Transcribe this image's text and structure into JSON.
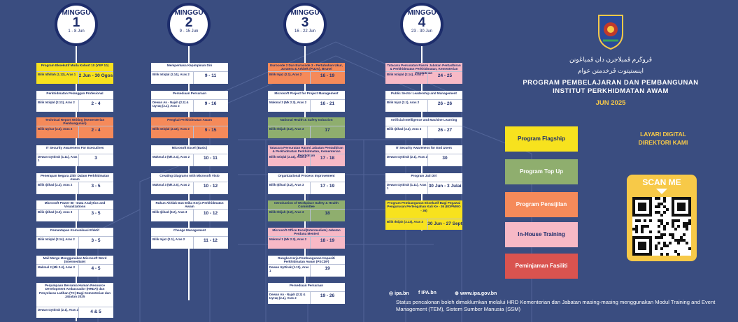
{
  "weeks": [
    {
      "label": "MINGGU",
      "num": "1",
      "dates": "1 - 8 Jun"
    },
    {
      "label": "MINGGU",
      "num": "2",
      "dates": "9 - 15 Jun"
    },
    {
      "label": "MINGGU",
      "num": "3",
      "dates": "16 - 22 Jun"
    },
    {
      "label": "MINGGU",
      "num": "4",
      "dates": "23 - 30 Jun"
    }
  ],
  "w1": [
    {
      "t": "Program Eksekutif Muda Kohort 10 (YEP 10)",
      "v": "Bilik Idhillah (1.12), Aras 1",
      "d": "2 Jun - 30 Ogos"
    },
    {
      "t": "Perkhidmatan Pelanggan Profesional",
      "v": "Bilik Istiqlal (2.13), Aras 2",
      "d": "2 - 4"
    },
    {
      "t": "Technical Report Writing (Kementerian Pembangunan)",
      "v": "Bilik Izyirar (2.2), Aras 2",
      "d": "2 - 4"
    },
    {
      "t": "IT Security Awareness For Executives",
      "v": "Dewan Izyttirak (1.11), Aras 1",
      "d": "3"
    },
    {
      "t": "Penerapan Negara Zikir Dalam Perkhidmatan Awam",
      "v": "Bilik Ijtihad (2.2), Aras 2",
      "d": "3 - 5"
    },
    {
      "t": "Microsoft Power BI - Data Analytics and Visualizations",
      "v": "Bilik Ijtihad (3.2), Aras 3",
      "d": "3 - 5"
    },
    {
      "t": "Pemantapan Komunikasi Efektif",
      "v": "Bilik Istiqlal (2.14), Aras 2",
      "d": "3 - 5"
    },
    {
      "t": "Mail Merge Menggunakan Microsoft Word (Intermediate)",
      "v": "Makmal 2 (Mk 2.4), Aras 2",
      "d": "4 - 5"
    },
    {
      "t": "Perjumpaan Bersama Human Resource Development Ambassador (HRDA) dan Penyelaras Latihan (TC) Bagi Kementerian dan Jabatan 2025",
      "v": "Dewan Izyttirak (2.1), Aras 2",
      "d": "4 & 5"
    }
  ],
  "w2": [
    {
      "t": "Memperkasa Kepimpinan Diri",
      "v": "Bilik Istiqlal (2.14), Aras 2",
      "d": "9 - 11"
    },
    {
      "t": "Persediaan Persaraan",
      "v": "Dewan An - Najah (2.2) & Izyraq (2.1), Aras 2",
      "d": "9 - 16"
    },
    {
      "t": "Pengkal Perkhidmatan Awam",
      "v": "Bilik Istiqlal (2.13), Aras 2",
      "d": "9 - 15"
    },
    {
      "t": "Microsoft Excel (Basic)",
      "v": "Makmal 2 (Mk 2.4), Aras 2",
      "d": "10 - 11"
    },
    {
      "t": "Creating Diagrams with Microsoft Visio",
      "v": "Makmal 3 (Mk 2.5), Aras 2",
      "d": "10 - 12"
    },
    {
      "t": "Rukun Akhlak Dan Etika Kerja Perkhidmatan Awam",
      "v": "Bilik Ijtihad (3.2), Aras 3",
      "d": "10 - 12"
    },
    {
      "t": "Change Management",
      "v": "Bilik Injaz (2.1), Aras 2",
      "d": "11 - 12"
    }
  ],
  "w3": [
    {
      "t": "Eurocode 2 Dan Eurocode 3 - Pertubuhan Ukur, Jurutera & Arkitek (PUJA), Brunei",
      "v": "Bilik Injaz (2.1), Aras 2",
      "d": "16 - 19"
    },
    {
      "t": "Microsoft Project for Project Management",
      "v": "Makmal 3 (Mk 2.3), Aras 2",
      "d": "16 - 21"
    },
    {
      "t": "National Health & Safety Induction",
      "v": "Bilik Ihtijah (3.2), Aras 3",
      "d": "17"
    },
    {
      "t": "Tatacara Persuratan Rasmi Jabatan Pentadbiran & Perkhidmatan Perkhidmatan, Kementerian Pendidikan",
      "v": "Bilik Istiqlal (2.14), Aras 2",
      "d": "17 - 18"
    },
    {
      "t": "Organizational Process Improvement",
      "v": "Bilik Ijtihad (3.2), Aras 3",
      "d": "17 - 19"
    },
    {
      "t": "Introduction of Workplace Safety & Health Committee",
      "v": "Bilik Ihtijah (3.2), Aras 3",
      "d": "18"
    },
    {
      "t": "Microsoft Office Excel(Intermediate) Jabatan Perdana Menteri",
      "v": "Makmal 1 (Mk 2.3), Aras 2",
      "d": "18 - 19"
    },
    {
      "t": "Rangka Kerja Pembangunan Kapasiti Perkhidmatan Awam (PSCDF)",
      "v": "Dewan Izyttirak (1.11), Aras 1",
      "d": "19"
    },
    {
      "t": "Persediaan Persaraan",
      "v": "Dewan An - Najah (2.2) & Izyraq (2.1), Aras 2",
      "d": "19 - 26"
    }
  ],
  "w4": [
    {
      "t": "Tatacara Persuratan Rasmi Jabatan Pentadbiran & Perkhidmatan Perkhidmatan, Kementerian Pendidikan",
      "v": "Bilik Istiqlal (2.14), Aras 2",
      "d": "24 - 25"
    },
    {
      "t": "Public Sector Leadership and Management",
      "v": "Bilik Injaz (2.1), Aras 2",
      "d": "26 - 26"
    },
    {
      "t": "Artificial Intelligence and Machine Learning",
      "v": "Bilik Ijtihad (3.2), Aras 3",
      "d": "26 - 27"
    },
    {
      "t": "IT Security Awareness for End Users",
      "v": "Dewan Izyttirak (2.1), Aras 2",
      "d": "30"
    },
    {
      "t": "Program Jati Diri",
      "v": "Dewan Izyttirak (1.11), Aras 1",
      "d": "30 Jun - 3 Julai"
    },
    {
      "t": "Program Pembangunan Eksekutif Bagi Pegawai Pengurusan Pertengahan Kali Ke - 36 (EDPMMO - 36)",
      "v": "Bilik Ihtijah (3.13), Aras 3",
      "d": "30 Jun - 27 Sept"
    }
  ],
  "header": {
    "jawi1": "ڤروڬرم ڤمبلاجرن دان ڤمباڠونن",
    "jawi2": "اينستيتوت ڤرخدمتن عوام",
    "title1": "PROGRAM PEMBELAJARAN DAN PEMBANGUNAN",
    "title2": "INSTITUT PERKHIDMATAN AWAM",
    "month": "JUN 2025"
  },
  "buttons": [
    "Program Flagship",
    "Program Top Up",
    "Program Pensijilan",
    "In-House Training",
    "Peminjaman Fasiliti"
  ],
  "layari": {
    "l1": "LAYARI DIGITAL",
    "l2": "DIREKTORI KAMI"
  },
  "scan": "SCAN ME",
  "social": {
    "ig": "ipa.bn",
    "fb": "IPA.bn",
    "web": "www.ipa.gov.bn"
  },
  "footer": "Status pencalonan boleh dimaklumkan melalui HRD Kementerian dan Jabatan masing-masing menggunakan Modul Training and Event Management (TEM), Sistem Sumber Manusia (SSM)",
  "colors": {
    "bg": "#3a4d80",
    "navy": "#1d2d6b",
    "yellow": "#f7e21e",
    "orange": "#f58a5a",
    "green": "#8fae6e",
    "pink": "#f7b9c6",
    "red": "#d9534f",
    "gold": "#f7c948"
  }
}
